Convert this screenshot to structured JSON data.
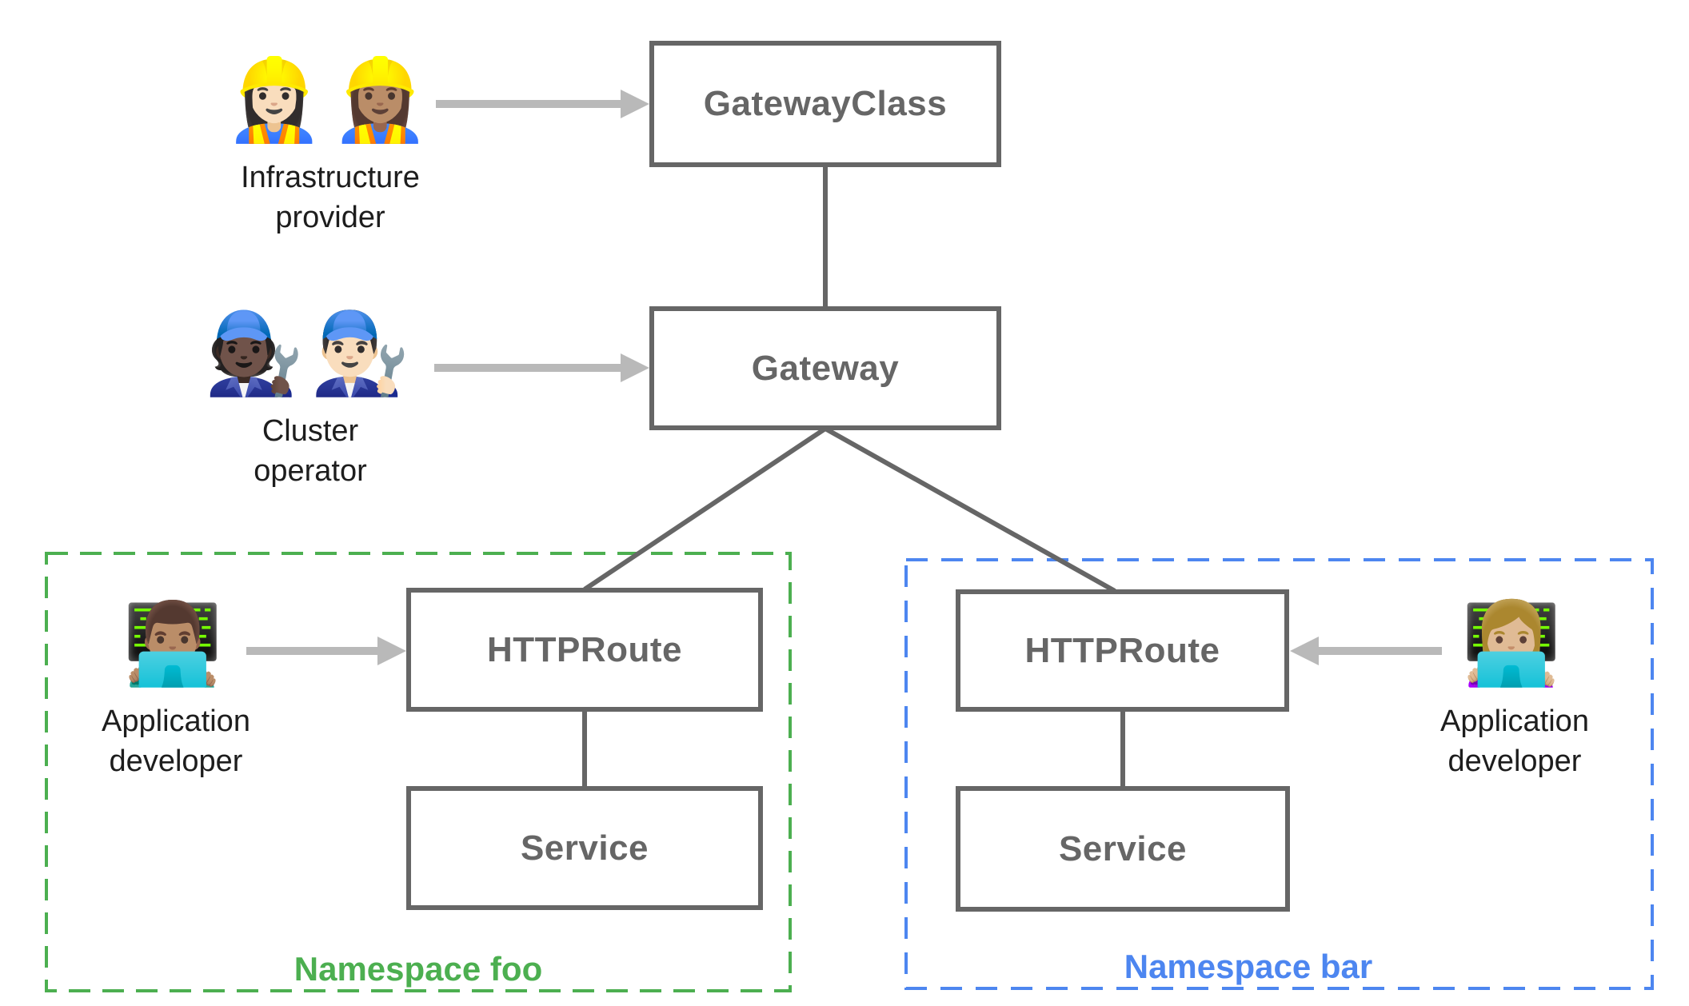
{
  "diagram": {
    "title_implicit": "Gateway API resource model",
    "colors": {
      "node_border": "#666666",
      "node_text": "#666666",
      "connector": "#666666",
      "arrow": "#b9b9b9",
      "persona_text": "#1d1d1d",
      "namespace_foo": "#4caf50",
      "namespace_bar": "#4d86f0",
      "background": "#ffffff"
    },
    "nodes": {
      "gateway_class": {
        "label": "GatewayClass"
      },
      "gateway": {
        "label": "Gateway"
      },
      "httproute_foo": {
        "label": "HTTPRoute"
      },
      "service_foo": {
        "label": "Service"
      },
      "httproute_bar": {
        "label": "HTTPRoute"
      },
      "service_bar": {
        "label": "Service"
      }
    },
    "namespaces": {
      "foo": {
        "label": "Namespace foo"
      },
      "bar": {
        "label": "Namespace bar"
      }
    },
    "personas": {
      "infrastructure_provider": {
        "emoji": "👷🏻‍♀️👷🏽‍♀️",
        "label_line1": "Infrastructure",
        "label_line2": "provider"
      },
      "cluster_operator": {
        "emoji": "🧑🏿‍🔧👨🏻‍🔧",
        "label_line1": "Cluster",
        "label_line2": "operator"
      },
      "app_developer_foo": {
        "emoji": "👨🏽‍💻",
        "label_line1": "Application",
        "label_line2": "developer"
      },
      "app_developer_bar": {
        "emoji": "👩🏼‍💻",
        "label_line1": "Application",
        "label_line2": "developer"
      }
    }
  }
}
